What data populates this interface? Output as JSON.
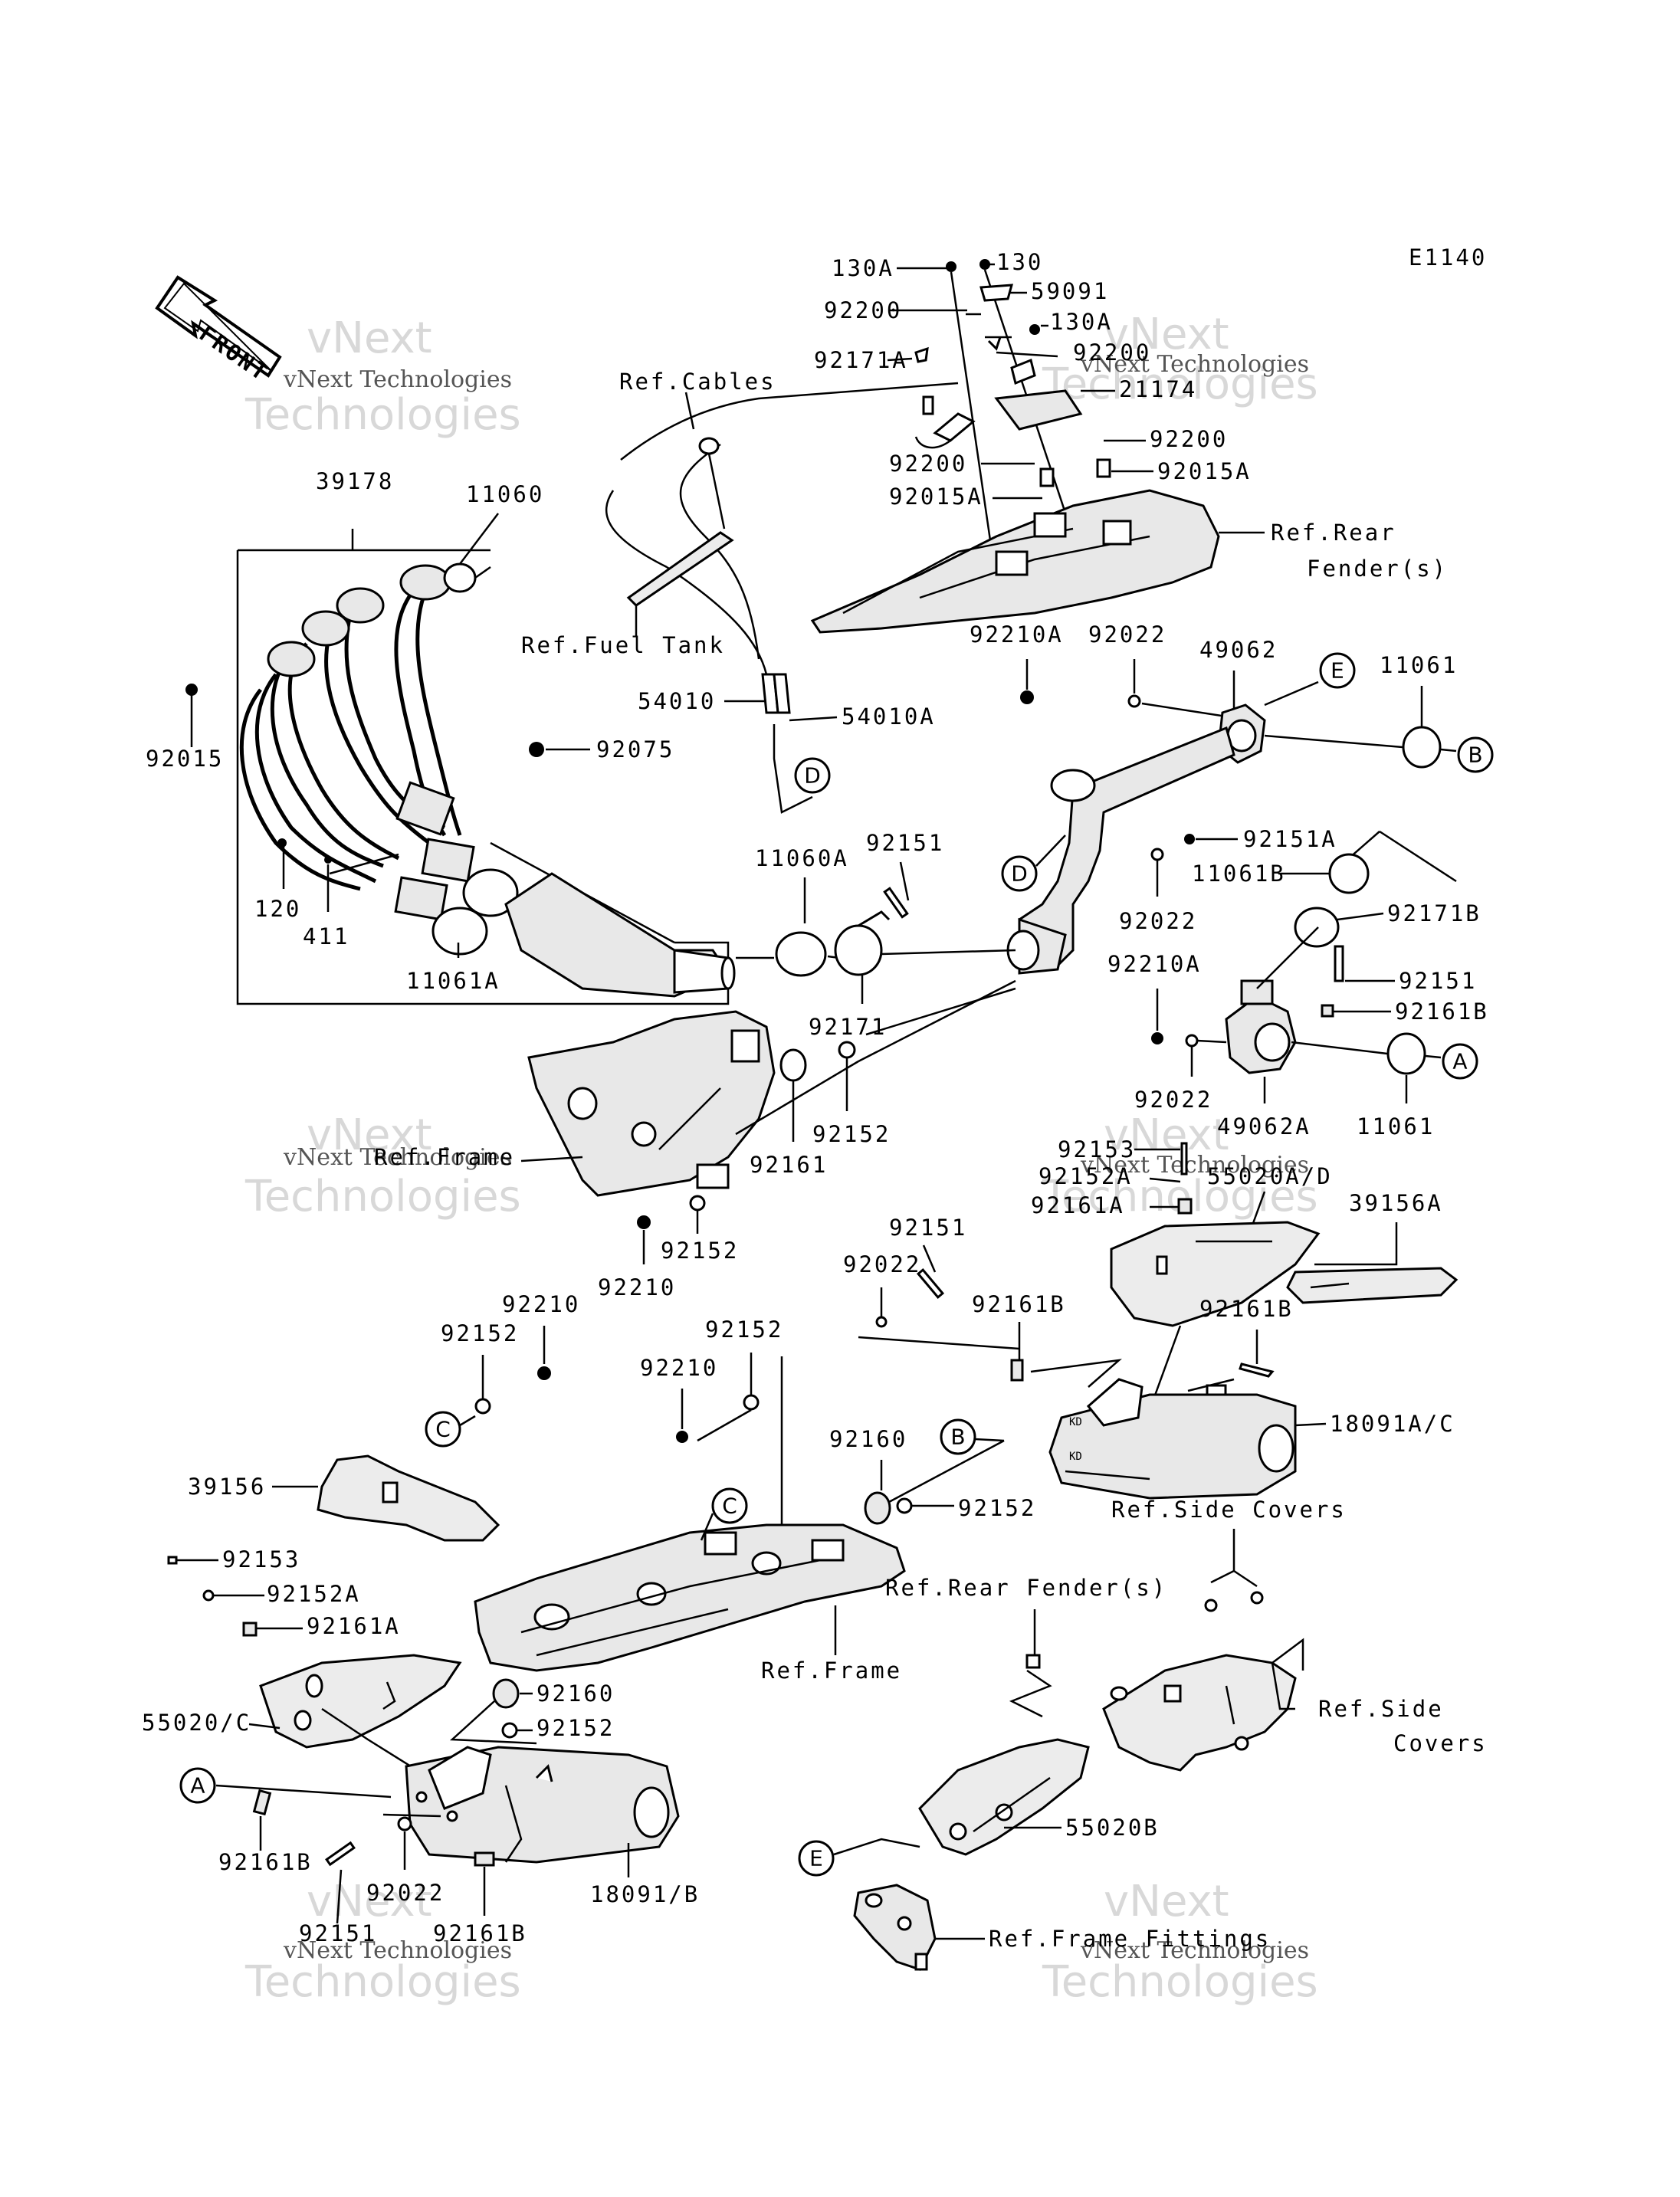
{
  "diagram_code": "E1140",
  "front_label": "FRONT",
  "watermark": {
    "line1": "vNext Technologies",
    "line2": "vNext",
    "line3": "Technologies"
  },
  "callouts": [
    "A",
    "B",
    "C",
    "D",
    "E"
  ],
  "labels": {
    "p130A_top": "130A",
    "p130": "130",
    "p59091": "59091",
    "p92200_a": "92200",
    "p130A_mid": "130A",
    "p92200_b": "92200",
    "p92171A": "92171A",
    "p21174": "21174",
    "p92200_c": "92200",
    "p92200_d": "92200",
    "p92015A_a": "92015A",
    "p92015A_b": "92015A",
    "ref_cables": "Ref.Cables",
    "ref_rear_fender_1": "Ref.Rear",
    "ref_rear_fender_2": "Fender(s)",
    "ref_fuel_tank": "Ref.Fuel Tank",
    "p92210A_a": "92210A",
    "p92022_a": "92022",
    "p49062": "49062",
    "p11061_a": "11061",
    "p39178": "39178",
    "p11060": "11060",
    "p92015": "92015",
    "p92075": "92075",
    "p54010": "54010",
    "p54010A": "54010A",
    "p92151A": "92151A",
    "p11061B": "11061B",
    "p92171B": "92171B",
    "p92151_a": "92151",
    "p92161B_a": "92161B",
    "p92022_b": "92022",
    "p92210A_b": "92210A",
    "p11060A": "11060A",
    "p92151_b": "92151",
    "p120": "120",
    "p411": "411",
    "p11061A": "11061A",
    "p92171": "92171",
    "ref_frame_a": "Ref.Frame",
    "p92161_a": "92161",
    "p92152_a": "92152",
    "p92152_b": "92152",
    "p92210_a": "92210",
    "p92022_c": "92022",
    "p49062A": "49062A",
    "p11061_b": "11061",
    "p92153_a": "92153",
    "p92152A_a": "92152A",
    "p92161A_a": "92161A",
    "p55020AD": "55020A/D",
    "p39156A": "39156A",
    "p92151_c": "92151",
    "p92022_d": "92022",
    "p92161B_b": "92161B",
    "p92161B_c": "92161B",
    "p92210_b": "92210",
    "p92152_c": "92152",
    "p92152_d": "92152",
    "p92210_c": "92210",
    "p18091AC": "18091A/C",
    "p92160_a": "92160",
    "p92152_e": "92152",
    "p39156": "39156",
    "ref_side_covers_a": "Ref.Side Covers",
    "p92153_b": "92153",
    "p92152A_b": "92152A",
    "p92161A_b": "92161A",
    "ref_rear_fender_b": "Ref.Rear Fender(s)",
    "ref_frame_b": "Ref.Frame",
    "p92160_b": "92160",
    "p92152_f": "92152",
    "ref_side_1": "Ref.Side",
    "ref_side_2": "Covers",
    "p55020C": "55020/C",
    "p55020B": "55020B",
    "p92161B_d": "92161B",
    "p92022_e": "92022",
    "p18091B": "18091/B",
    "p92151_d": "92151",
    "p92161B_e": "92161B",
    "ref_frame_fittings": "Ref.Frame Fittings"
  }
}
